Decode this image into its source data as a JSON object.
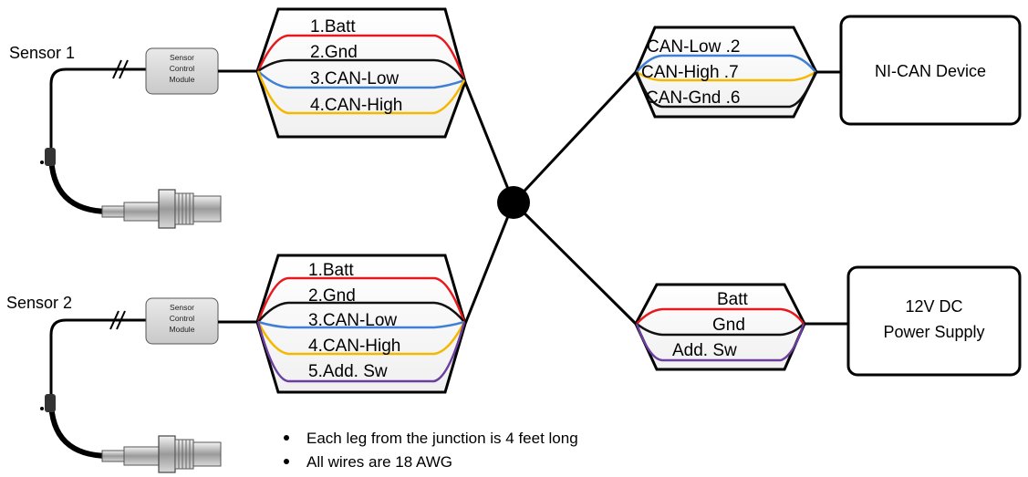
{
  "sensor1": {
    "label": "Sensor 1",
    "module": [
      "Sensor",
      "Control",
      "Module"
    ]
  },
  "sensor2": {
    "label": "Sensor 2",
    "module": [
      "Sensor",
      "Control",
      "Module"
    ]
  },
  "connector1": {
    "pins": [
      "1.Batt",
      "2.Gnd",
      "3.CAN-Low",
      "4.CAN-High"
    ]
  },
  "connector2": {
    "pins": [
      "1.Batt",
      "2.Gnd",
      "3.CAN-Low",
      "4.CAN-High",
      "5.Add. Sw"
    ]
  },
  "can_connector": {
    "pins": [
      "CAN-Low .2",
      "CAN-High .7",
      "CAN-Gnd .6"
    ]
  },
  "power_connector": {
    "pins": [
      "Batt",
      "Gnd",
      "Add. Sw"
    ]
  },
  "ni_can_device": {
    "label": "NI-CAN Device"
  },
  "power_supply": {
    "line1": "12V DC",
    "line2": "Power Supply"
  },
  "notes": [
    "Each leg from the junction is 4 feet long",
    "All wires are 18 AWG"
  ],
  "wire_colors": {
    "batt": "#e8191c",
    "gnd": "#111111",
    "can_low": "#3f7fd6",
    "can_high": "#f5b800",
    "add_sw": "#6a3fa0"
  }
}
